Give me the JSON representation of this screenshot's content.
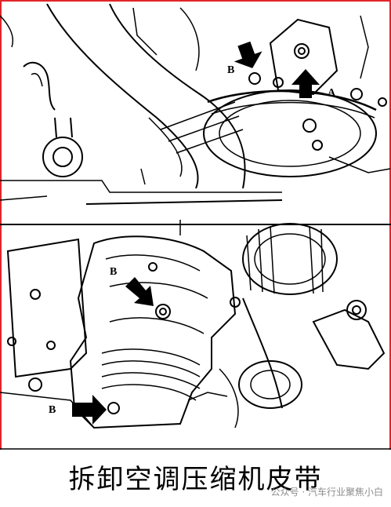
{
  "diagram": {
    "top_panel": {
      "labels": [
        "B",
        "A"
      ]
    },
    "bottom_panel": {
      "labels": [
        "B",
        "B"
      ]
    }
  },
  "caption": {
    "title": "拆卸空调压缩机皮带",
    "watermark": "公众号 · 汽车行业聚焦小白"
  },
  "colors": {
    "frame_border": "#e0262a",
    "line": "#000000",
    "background": "#ffffff"
  }
}
